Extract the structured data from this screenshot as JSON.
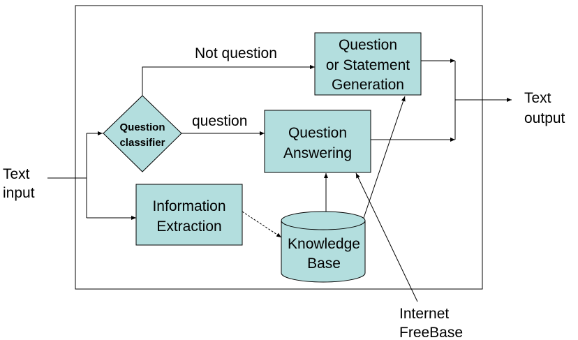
{
  "nodes": {
    "text_input": [
      "Text",
      "input"
    ],
    "text_output": [
      "Text",
      "output"
    ],
    "question_classifier": [
      "Question",
      "classifier"
    ],
    "question_statement_generation": [
      "Question",
      "or Statement",
      "Generation"
    ],
    "question_answering": [
      "Question",
      "Answering"
    ],
    "information_extraction": [
      "Information",
      "Extraction"
    ],
    "knowledge_base": [
      "Knowledge",
      "Base"
    ],
    "internet_freebase": [
      "Internet",
      "FreeBase"
    ]
  },
  "edge_labels": {
    "not_question": "Not question",
    "question": "question"
  },
  "colors": {
    "box_fill": "#b3dede",
    "stroke": "#000000",
    "background": "#ffffff"
  }
}
